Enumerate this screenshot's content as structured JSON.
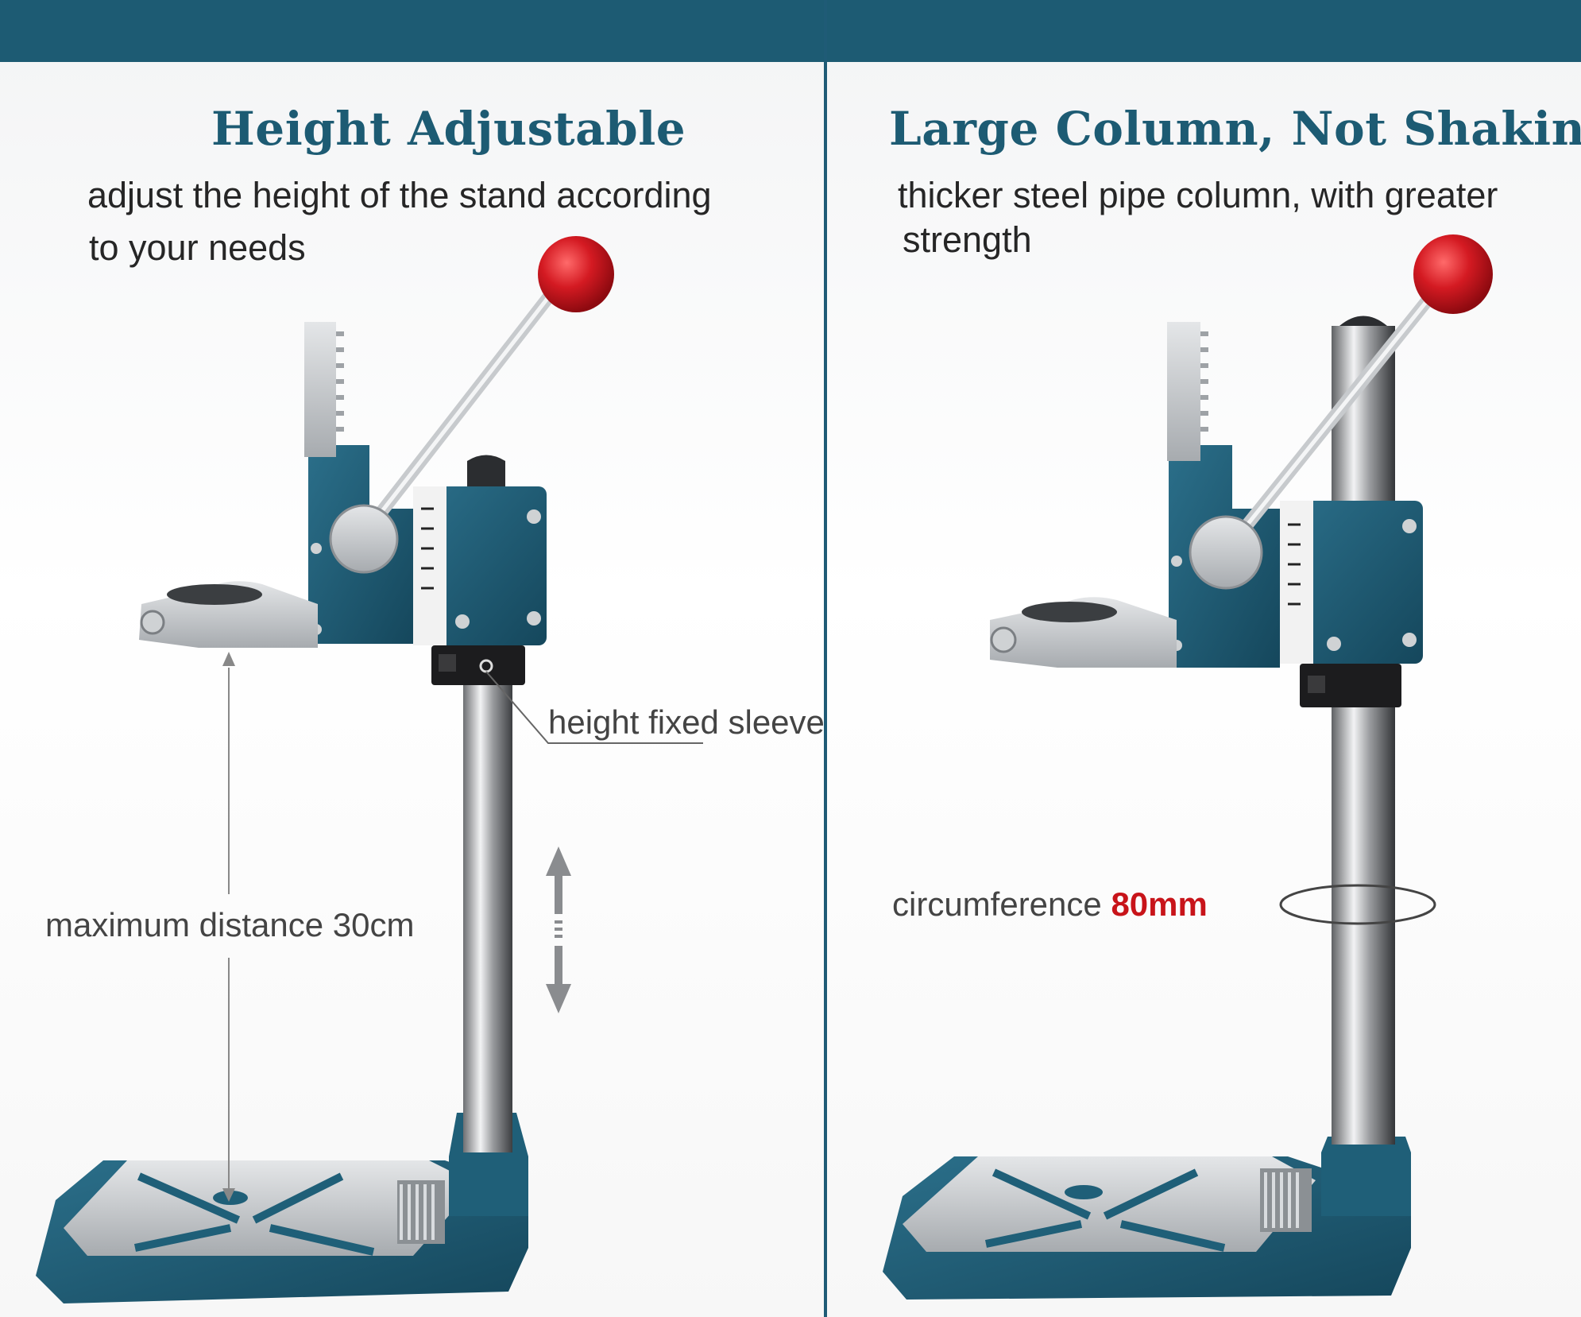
{
  "left_panel": {
    "title": "Height Adjustable",
    "description_line1": "adjust the height of the stand according",
    "description_line2": "to your needs",
    "callout_sleeve": "height fixed sleeve",
    "callout_distance": "maximum distance 30cm"
  },
  "right_panel": {
    "title": "Large Column, Not Shaking",
    "description_line1": "thicker steel pipe column, with greater",
    "description_line2": "strength",
    "callout_label": "circumference",
    "callout_value": "80mm"
  },
  "colors": {
    "header_band": "#1d5b73",
    "title_text": "#1d5b73",
    "stand_body": "#1f5f78",
    "handle_knob": "#d41a22",
    "accent_text": "#c8141a"
  }
}
